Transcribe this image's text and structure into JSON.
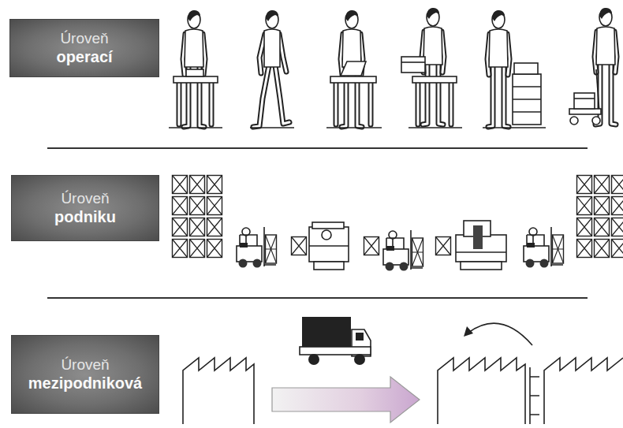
{
  "diagram": {
    "nodes": [
      {
        "text": [
          "Úroveň",
          "operací"
        ]
      },
      {
        "text": [
          "Úroveň",
          "podniku"
        ]
      },
      {
        "text": [
          "Úroveň",
          "mezipodniková"
        ]
      }
    ]
  }
}
